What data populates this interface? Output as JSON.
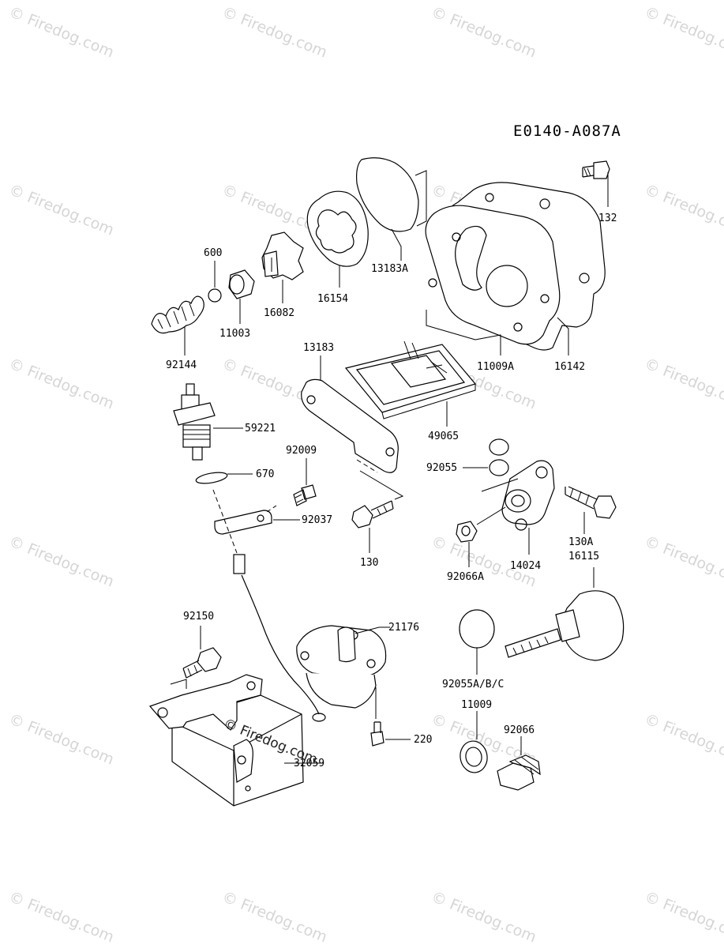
{
  "diagram_code": "E0140-A087A",
  "watermark_text": "© Firedog.com",
  "parts": {
    "p132": "132",
    "p13183A": "13183A",
    "p600": "600",
    "p16082": "16082",
    "p16154": "16154",
    "p11003": "11003",
    "p92144": "92144",
    "p13183": "13183",
    "p11009A": "11009A",
    "p16142": "16142",
    "p59221": "59221",
    "p49065": "49065",
    "p92009": "92009",
    "p670": "670",
    "p92055": "92055",
    "p92037": "92037",
    "p130": "130",
    "p130A": "130A",
    "p16115": "16115",
    "p92066A": "92066A",
    "p14024": "14024",
    "p92150": "92150",
    "p21176": "21176",
    "p92055ABC": "92055A/B/C",
    "p11009": "11009",
    "p92066": "92066",
    "p220": "220",
    "p32059": "32059"
  }
}
